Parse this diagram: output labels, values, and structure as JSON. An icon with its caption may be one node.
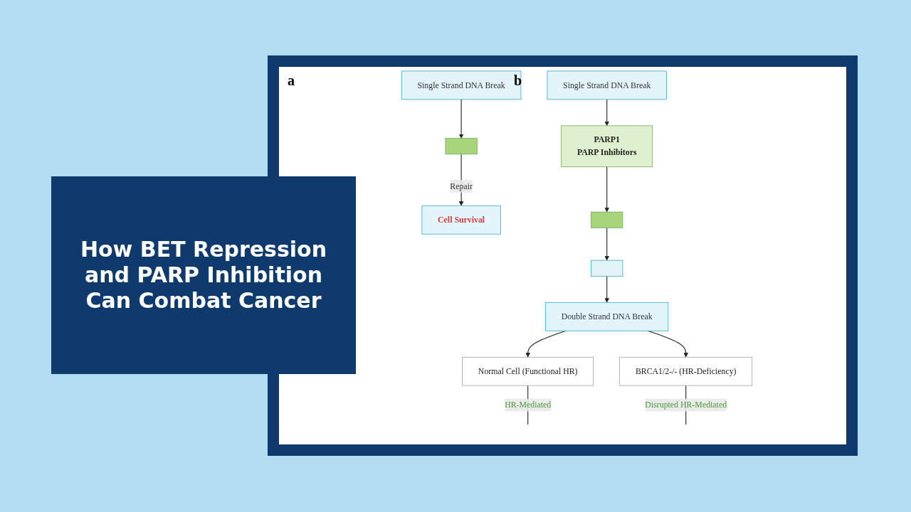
{
  "diagram": {
    "title": "How BET Repression and PARP Inhibition Can Combat Cancer",
    "nodes": [
      {
        "text": [
          "Single Strand DNA Break"
        ]
      },
      {
        "text": [],
        "shape": "box"
      },
      {
        "text": [
          "Cell Survival"
        ]
      },
      {
        "text": [
          "Single Strand DNA Break"
        ]
      },
      {
        "text": [
          "PARP1",
          "PARP Inhibitors"
        ]
      },
      {
        "text": [],
        "shape": "box"
      },
      {
        "text": [],
        "shape": "box"
      },
      {
        "text": [
          "Double Strand DNA Break"
        ]
      },
      {
        "text": [
          "Normal Cell (Functional HR)"
        ]
      },
      {
        "text": [
          "BRCA1/2-/- (HR-Deficiency)"
        ]
      }
    ],
    "edges": [
      {
        "from": 0,
        "to": 1,
        "arrow": "to"
      },
      {
        "from": 1,
        "to": 2,
        "arrow": "to",
        "label": "Repair"
      },
      {
        "from": 3,
        "to": 4,
        "arrow": "to"
      },
      {
        "from": 4,
        "to": 5,
        "arrow": "to"
      },
      {
        "from": 5,
        "to": 6,
        "arrow": "to"
      },
      {
        "from": 6,
        "to": 7,
        "arrow": "to"
      },
      {
        "from": 7,
        "to": 8,
        "arrow": "to"
      },
      {
        "from": 7,
        "to": 9,
        "arrow": "to"
      },
      {
        "from": 8,
        "to": null,
        "arrow": "none",
        "label": "HR-Mediated"
      },
      {
        "from": 9,
        "to": null,
        "arrow": "none",
        "label": "Disrupted HR-Mediated"
      }
    ],
    "labels": [
      "a",
      "b"
    ]
  }
}
